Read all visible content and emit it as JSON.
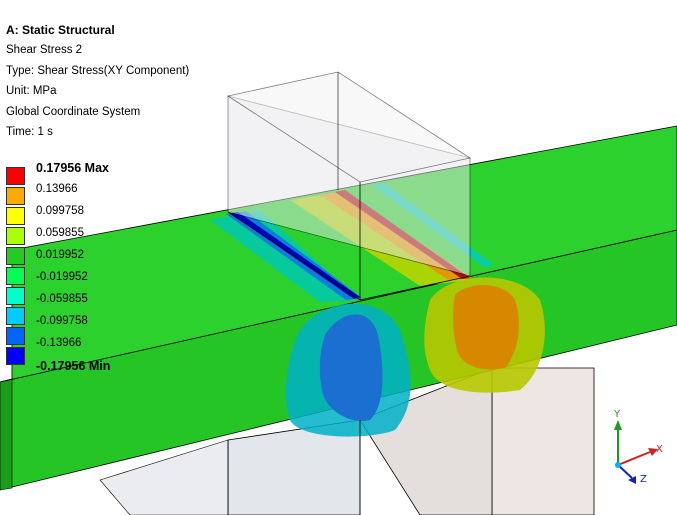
{
  "info": {
    "title": "A: Static Structural",
    "result_name": "Shear Stress 2",
    "type_line": "Type: Shear Stress(XY Component)",
    "unit_line": "Unit: MPa",
    "coord_line": "Global Coordinate System",
    "time_line": "Time: 1 s"
  },
  "legend": {
    "max_label": "0.17956 Max",
    "min_label": "-0.17956 Min",
    "levels": [
      {
        "label": "0.17956 Max",
        "color": "#ff0000"
      },
      {
        "label": "0.13966",
        "color": "#ffaa00"
      },
      {
        "label": "0.099758",
        "color": "#ffff00"
      },
      {
        "label": "0.059855",
        "color": "#aaff00"
      },
      {
        "label": "0.019952",
        "color": "#22cc22"
      },
      {
        "label": "-0.019952",
        "color": "#00ff55"
      },
      {
        "label": "-0.059855",
        "color": "#00ffcc"
      },
      {
        "label": "-0.099758",
        "color": "#00ccff"
      },
      {
        "label": "-0.13966",
        "color": "#0066ff"
      },
      {
        "label": "-0.17956 Min",
        "color": "#0000ff"
      }
    ]
  },
  "triad": {
    "x": "X",
    "y": "Y",
    "z": "Z"
  },
  "colors": {
    "body_green": "#26c526",
    "top_green": "#2dd12d",
    "box_fill": "#e8e8ec",
    "edge": "#000000"
  }
}
